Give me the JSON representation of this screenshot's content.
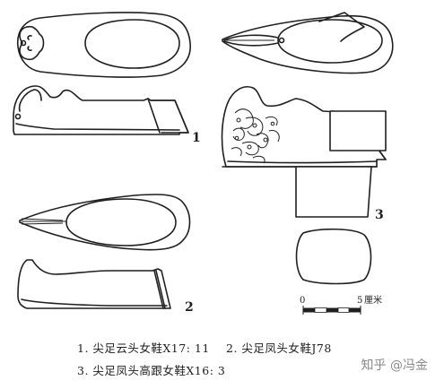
{
  "figure_labels": {
    "shoe1": "1",
    "shoe2": "2",
    "shoe3": "3"
  },
  "scale_bar": {
    "start": "0",
    "end": "5",
    "unit": "厘米"
  },
  "captions": [
    "1. 尖足云头女鞋X17: 11",
    "2. 尖足凤头女鞋J78",
    "3. 尖足凤头高跟女鞋X16: 3"
  ],
  "watermark": "知乎 @冯金"
}
